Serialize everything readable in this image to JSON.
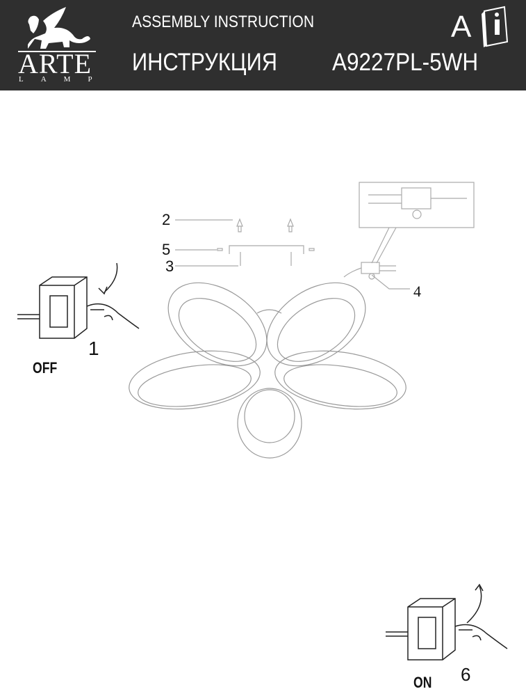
{
  "header": {
    "brand": "ARTE",
    "brand_sub": "LAMP",
    "title_en": "ASSEMBLY INSTRUCTION",
    "title_ru": "ИНСТРУКЦИЯ",
    "model": "A9227PL-5WH",
    "language_letter": "A",
    "icons": [
      "griffin-logo",
      "manual-book-icon"
    ]
  },
  "diagram": {
    "callouts": [
      "1",
      "2",
      "3",
      "4",
      "5",
      "6"
    ],
    "switch_off_label": "OFF",
    "switch_on_label": "ON"
  }
}
